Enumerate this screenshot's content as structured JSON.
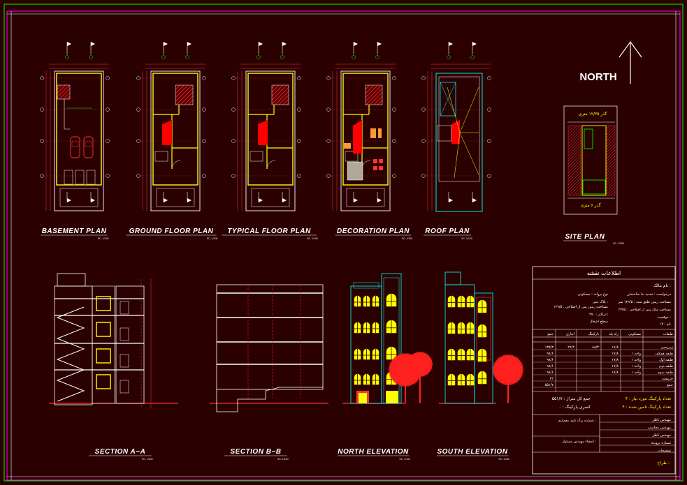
{
  "north_label": "NORTH",
  "plans": [
    {
      "title": "BASEMENT  PLAN",
      "scale": "SC. 1/100"
    },
    {
      "title": "GROUND  FLOOR  PLAN",
      "scale": "SC. 1/100"
    },
    {
      "title": "TYPICAL  FLOOR  PLAN",
      "scale": "SC. 1/100"
    },
    {
      "title": "DECORATION  PLAN",
      "scale": "SC. 1/100"
    },
    {
      "title": "ROOF  PLAN",
      "scale": "SC. 1/100"
    }
  ],
  "site_plan": {
    "title": "SITE  PLAN",
    "scale": "SC. 1/200",
    "street_top": "گذر ۱۲/۳۵ متری",
    "street_bottom": "گذر ۶ متری"
  },
  "sections": [
    {
      "title": "SECTION    A−A",
      "scale": "SC. 1/100"
    },
    {
      "title": "SECTION    B−B",
      "scale": "SC. 1/100"
    },
    {
      "title": "NORTH  ELEVATION",
      "scale": "SC. 1/100"
    },
    {
      "title": "SOUTH  ELEVATION",
      "scale": "SC. 1/100"
    }
  ],
  "title_block": {
    "header": "اطلاعات نقشه",
    "owner_label": "نام مالک :",
    "info_lines": [
      "درخواست : تجدید بنا  ساختمان",
      "نوع پروانه : مسکونی",
      "مساحت زمین طبق سند : ۱۲۹/۵ متر",
      "پلاک ثبتی :",
      "مساحت ملک پس از اصلاحی : ۱۲۹/۵",
      "مساحت زمین پس از اصلاحی : ۱۲۹/۵",
      "موقعیت :",
      "تراکم : ۲۷۰٪",
      "نام : ۱۴",
      "سطح اشغال"
    ],
    "table_headers": [
      "طبقات",
      "مسکونی",
      "راه پله",
      "پارکینگ",
      "انباری",
      "جمع"
    ],
    "table_rows": [
      [
        "زیرزمین",
        "",
        "۱۷/۸",
        "۸۸/۳",
        "۲۹/۲",
        "۱۳۵/۳"
      ],
      [
        "طبقه همکف",
        "۱ واحد",
        "۱۷/۸",
        "",
        "",
        "۹۸/۶"
      ],
      [
        "طبقه اول",
        "۱ واحد",
        "۱۷/۸",
        "",
        "",
        "۹۸/۶"
      ],
      [
        "طبقه دوم",
        "۱ واحد",
        "۱۷/۸",
        "",
        "",
        "۹۸/۶"
      ],
      [
        "طبقه سوم",
        "۱ واحد",
        "۱۷/۸",
        "",
        "",
        "۹۸/۶"
      ],
      [
        "خرپشته",
        "",
        "",
        "",
        "",
        "۲۲"
      ],
      [
        "جمع",
        "",
        "",
        "",
        "",
        "۵۵۱/۷"
      ]
    ],
    "parking_required": "تعداد پارکینگ مورد نیاز :  ۴",
    "parking_provided": "تعداد پارکینگ تامین شده :  ۴",
    "total_area": "جمع کل متراژ : ۵۵۱/۷",
    "parking_note": "کسری پارکینگ : ۰",
    "approval_label": "شماره برگ تایید معماری :",
    "engineer_label": "امضاء مهندس مسئول :",
    "signature_rows": [
      "مهندس ناظر",
      "مهندس محاسب",
      "مهندس ناظر",
      "شماره پرونده",
      "توضیحات"
    ],
    "designer_label": "طراح :"
  },
  "colors": {
    "background": "#2b0000",
    "frame": "#ff00ff",
    "wall": "#ffff00",
    "dimension": "#ff0000",
    "hatch": "#ff3333",
    "text": "#ffffff",
    "cyan": "#00ffff",
    "green": "#00ff00"
  }
}
